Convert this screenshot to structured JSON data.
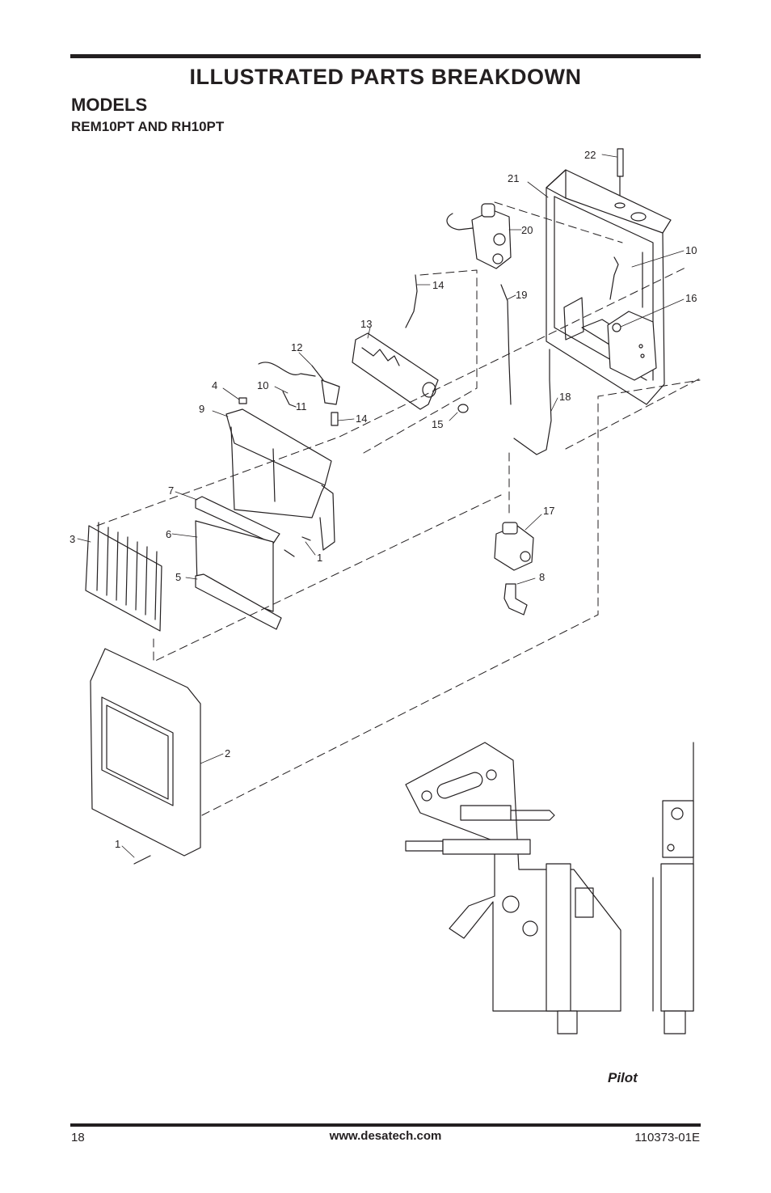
{
  "header": {
    "title": "ILLUSTRATED PARTS BREAKDOWN",
    "models_label": "MODELS",
    "models_list": "REM10PT AND RH10PT"
  },
  "diagram": {
    "callouts": [
      "22",
      "21",
      "20",
      "10",
      "16",
      "14",
      "19",
      "13",
      "12",
      "10",
      "11",
      "4",
      "9",
      "14",
      "15",
      "18",
      "7",
      "6",
      "3",
      "1",
      "17",
      "5",
      "8",
      "2",
      "1"
    ],
    "pilot_caption": "Pilot"
  },
  "footer": {
    "page_number": "18",
    "website": "www.desatech.com",
    "doc_number": "110373-01E"
  },
  "colors": {
    "ink": "#231f20",
    "paper": "#ffffff"
  }
}
